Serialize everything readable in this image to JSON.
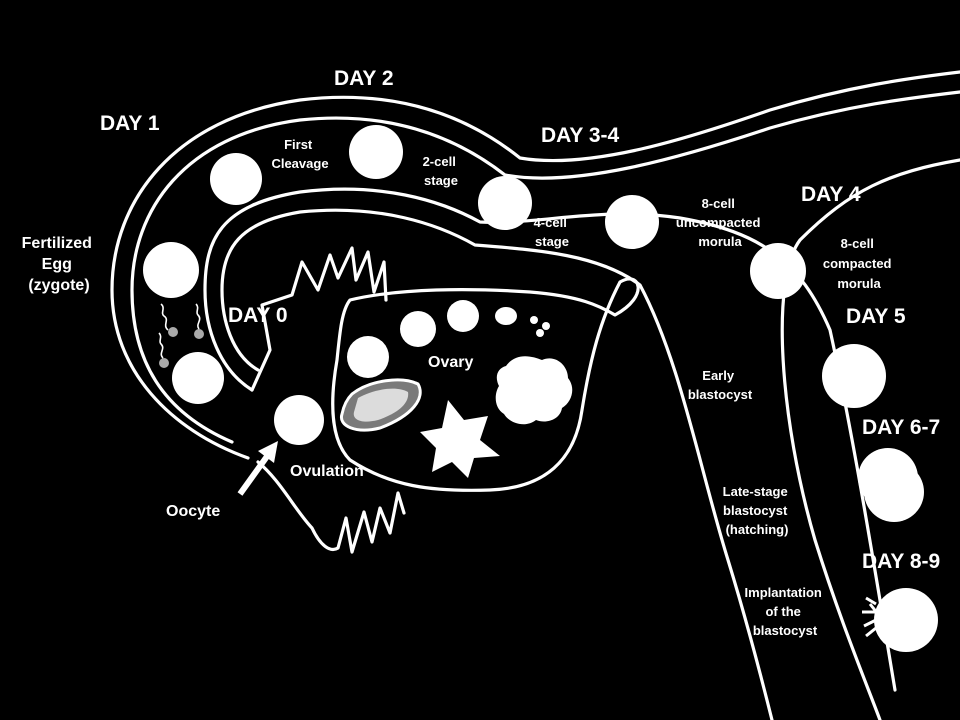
{
  "days": {
    "day0": "DAY 0",
    "day1": "DAY 1",
    "day2": "DAY 2",
    "day34": "DAY 3-4",
    "day4": "DAY 4",
    "day5": "DAY 5",
    "day67": "DAY 6-7",
    "day89": "DAY 8-9"
  },
  "labels": {
    "fertilized_egg": [
      "Fertilized",
      "Egg",
      "(zygote)"
    ],
    "first_cleavage": [
      "First",
      "Cleavage"
    ],
    "two_cell": [
      "2-cell",
      "stage"
    ],
    "four_cell": [
      "4-cell",
      "stage"
    ],
    "eight_cell_uncompacted": [
      "8-cell",
      "uncompacted",
      "morula"
    ],
    "eight_cell_compacted": [
      "8-cell",
      "compacted",
      "morula"
    ],
    "early_blastocyst": [
      "Early",
      "blastocyst"
    ],
    "late_blastocyst": [
      "Late-stage",
      "blastocyst",
      "(hatching)"
    ],
    "implantation": [
      "Implantation",
      "of the",
      "blastocyst"
    ],
    "ovary": "Ovary",
    "ovulation": "Ovulation",
    "oocyte": "Oocyte"
  }
}
